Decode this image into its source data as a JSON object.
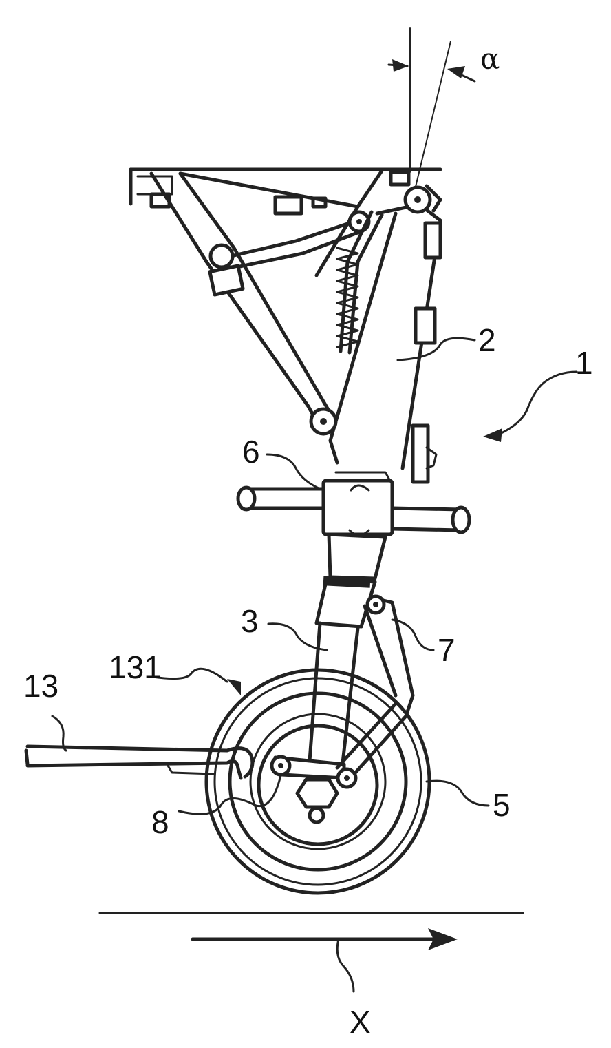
{
  "figure": {
    "labels": {
      "alpha": "α",
      "assembly": "1",
      "strut": "2",
      "lower_strut": "3",
      "wheel": "5",
      "collar": "6",
      "link": "7",
      "axle_pin": "8",
      "tow_bar": "13",
      "tow_hook": "131",
      "direction": "X"
    }
  }
}
